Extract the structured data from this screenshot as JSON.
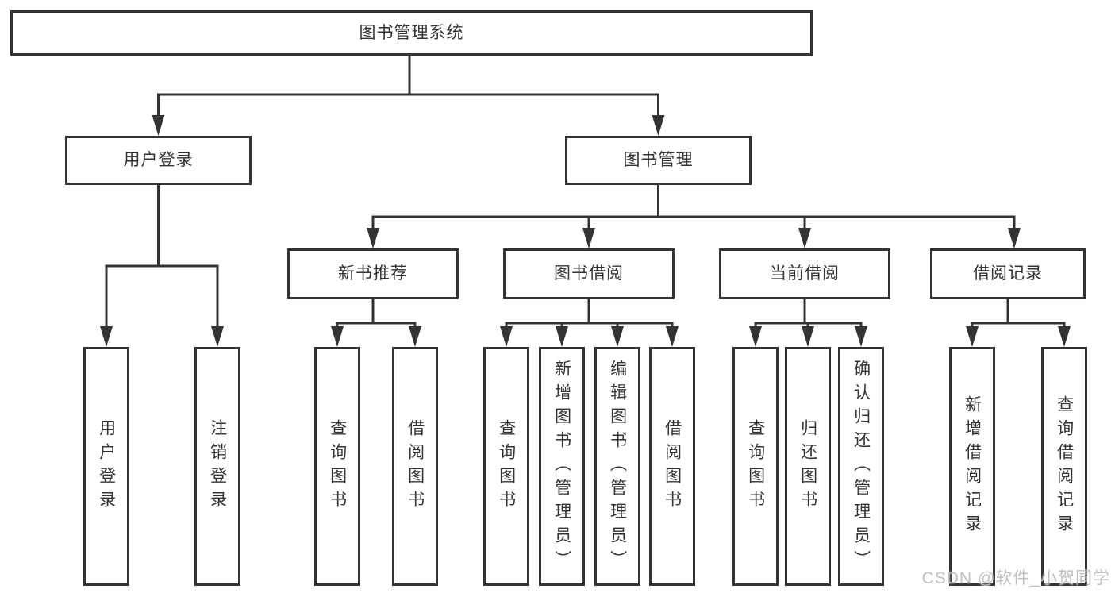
{
  "diagram": {
    "colors": {
      "line": "#333333",
      "text": "#333333",
      "background": "#ffffff",
      "watermark": "#bdbdbd"
    },
    "root": {
      "label": "图书管理系统"
    },
    "level1": [
      {
        "id": "user-login",
        "label": "用户登录",
        "parent": "图书管理系统"
      },
      {
        "id": "book-management",
        "label": "图书管理",
        "parent": "图书管理系统"
      }
    ],
    "level2": [
      {
        "id": "new-book-recommend",
        "label": "新书推荐",
        "parent": "图书管理"
      },
      {
        "id": "book-borrowing",
        "label": "图书借阅",
        "parent": "图书管理"
      },
      {
        "id": "current-borrowing",
        "label": "当前借阅",
        "parent": "图书管理"
      },
      {
        "id": "borrowing-records",
        "label": "借阅记录",
        "parent": "图书管理"
      }
    ],
    "leaves": [
      {
        "id": "leaf-user-login",
        "label": "用户登录",
        "parent": "用户登录"
      },
      {
        "id": "leaf-logout",
        "label": "注销登录",
        "parent": "用户登录"
      },
      {
        "id": "leaf-query-books-recommend",
        "label": "查询图书",
        "parent": "新书推荐"
      },
      {
        "id": "leaf-borrow-books-recommend",
        "label": "借阅图书",
        "parent": "新书推荐"
      },
      {
        "id": "leaf-query-books-borrow",
        "label": "查询图书",
        "parent": "图书借阅"
      },
      {
        "id": "leaf-add-books-admin",
        "label": "新增图书（管理员）",
        "parent": "图书借阅"
      },
      {
        "id": "leaf-edit-books-admin",
        "label": "编辑图书（管理员）",
        "parent": "图书借阅"
      },
      {
        "id": "leaf-borrow-books",
        "label": "借阅图书",
        "parent": "图书借阅"
      },
      {
        "id": "leaf-query-books-current",
        "label": "查询图书",
        "parent": "当前借阅"
      },
      {
        "id": "leaf-return-books",
        "label": "归还图书",
        "parent": "当前借阅"
      },
      {
        "id": "leaf-confirm-return-admin",
        "label": "确认归还（管理员）",
        "parent": "当前借阅"
      },
      {
        "id": "leaf-add-borrow-record",
        "label": "新增借阅记录",
        "parent": "借阅记录"
      },
      {
        "id": "leaf-query-borrow-record",
        "label": "查询借阅记录",
        "parent": "借阅记录"
      }
    ],
    "watermark": "CSDN @软件_小贺同学"
  }
}
